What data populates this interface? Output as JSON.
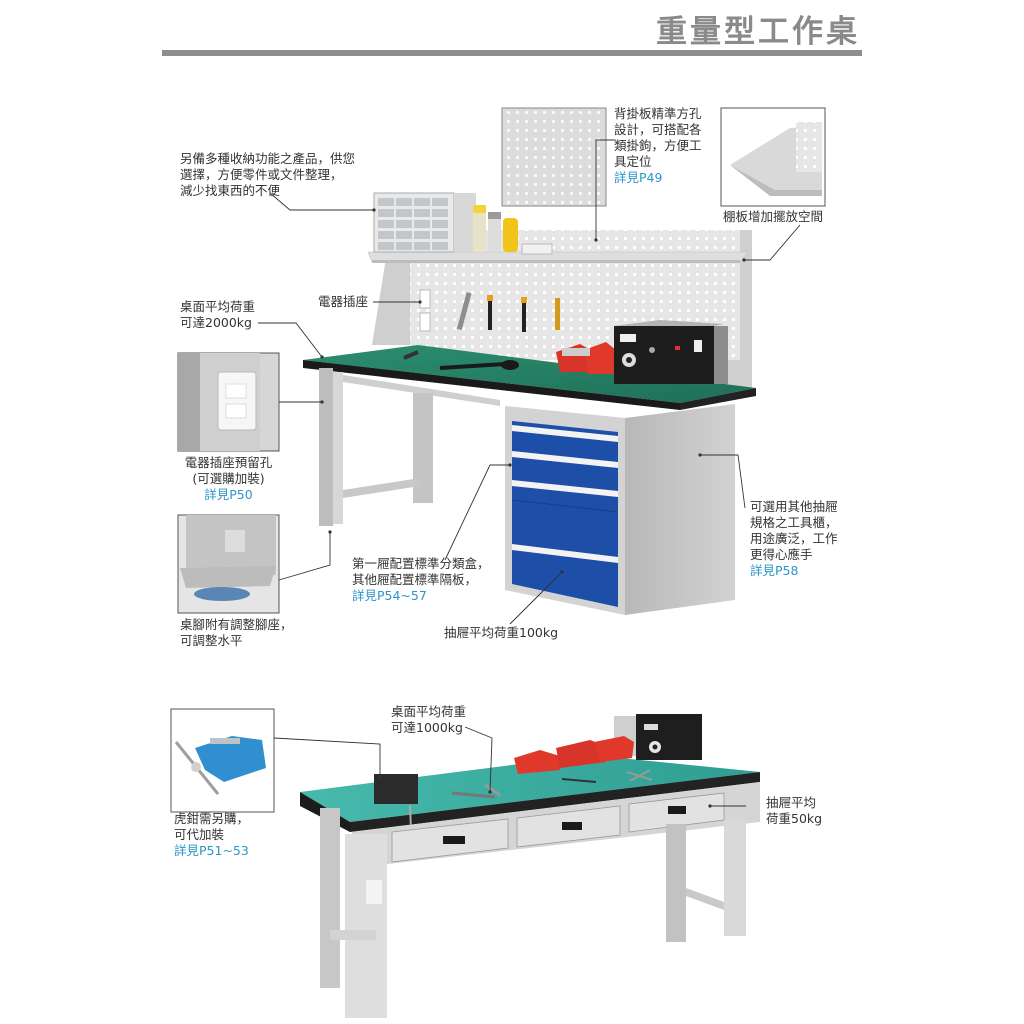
{
  "page": {
    "title": "重量型工作桌",
    "colors": {
      "title_gray": "#8a8a8a",
      "rule_gray": "#8e8e8e",
      "reference_blue": "#2a97c9",
      "desktop_green": "#2f8a6d",
      "desktop_teal_light": "#3fb3a8",
      "drawer_blue": "#1d4fa8",
      "frame_gray": "#c9c9c9",
      "bin_red": "#e0392b"
    }
  },
  "top_bench": {
    "callouts": {
      "storage": {
        "lines": [
          "另備多種收納功能之產品，供您",
          "選擇，方便零件或文件整理，",
          "減少找東西的不便"
        ]
      },
      "pegboard": {
        "lines": [
          "背掛板精準方孔",
          "設計，可搭配各",
          "類掛鉤，方便工",
          "具定位"
        ],
        "reference": "詳見P49"
      },
      "shelf": {
        "label": "棚板增加擺放空間"
      },
      "desk_load": {
        "lines": [
          "桌面平均荷重",
          "可達2000kg"
        ]
      },
      "outlet": {
        "label": "電器插座"
      },
      "outlet_reserve": {
        "lines": [
          "電器插座預留孔",
          "(可選購加裝)"
        ],
        "reference": "詳見P50"
      },
      "leveler": {
        "lines": [
          "桌腳附有調整腳座，",
          "可調整水平"
        ]
      },
      "drawer_config": {
        "lines": [
          "第一屜配置標準分類盒，",
          "其他屜配置標準隔板，"
        ],
        "reference": "詳見P54~57"
      },
      "drawer_load": {
        "label": "抽屜平均荷重100kg"
      },
      "cabinet_options": {
        "lines": [
          "可選用其他抽屜",
          "規格之工具櫃，",
          "用途廣泛，工作",
          "更得心應手"
        ],
        "reference": "詳見P58"
      }
    }
  },
  "bottom_bench": {
    "callouts": {
      "desk_load": {
        "lines": [
          "桌面平均荷重",
          "可達1000kg"
        ]
      },
      "vise": {
        "lines": [
          "虎鉗需另購，",
          "可代加裝"
        ],
        "reference": "詳見P51~53"
      },
      "drawer_load": {
        "lines": [
          "抽屜平均",
          "荷重50kg"
        ]
      }
    }
  }
}
